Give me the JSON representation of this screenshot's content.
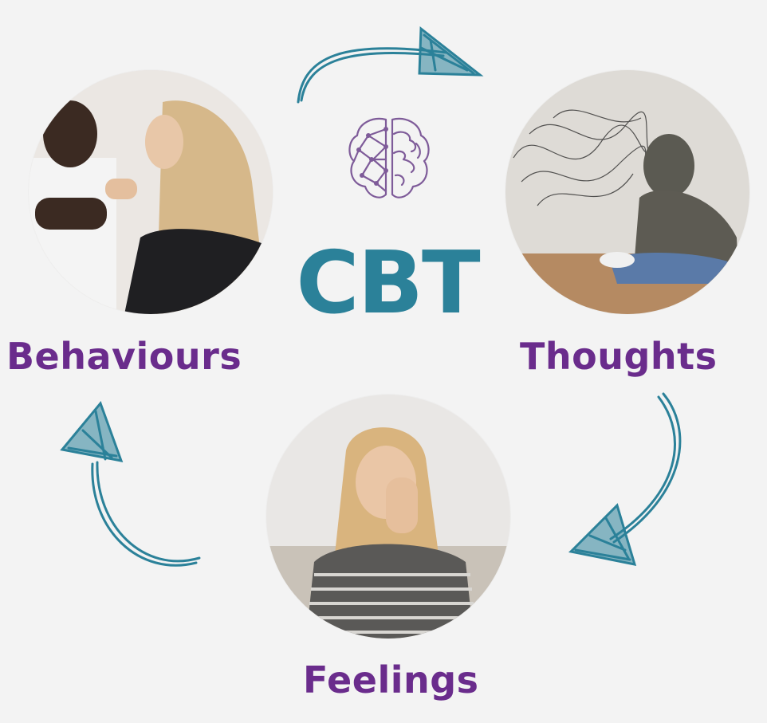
{
  "title": "CBT",
  "labels": {
    "behaviours": "Behaviours",
    "thoughts": "Thoughts",
    "feelings": "Feelings"
  },
  "icons": {
    "center": "brain-icon",
    "cycle": [
      "curved-arrow-icon",
      "curved-arrow-icon",
      "curved-arrow-icon"
    ]
  },
  "colors": {
    "title": "#2b8199",
    "label": "#6a2c8c",
    "arrow": "#2b8199",
    "brain": "#7e5b99",
    "background": "#f3f3f3"
  }
}
